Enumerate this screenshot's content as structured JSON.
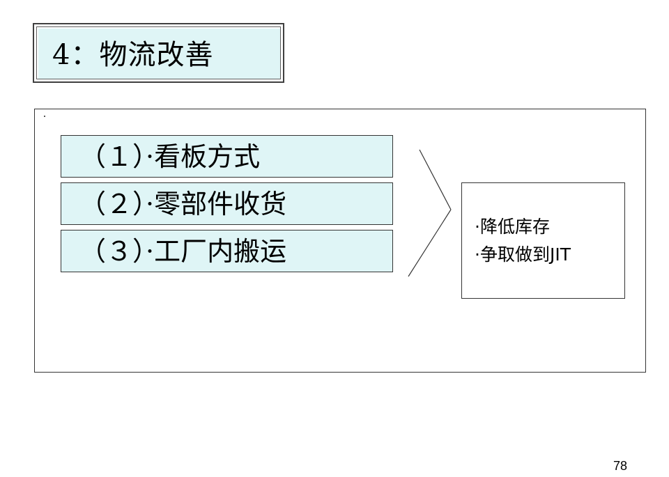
{
  "slide": {
    "title": "4：物流改善",
    "items": [
      {
        "label": "（１）·看板方式"
      },
      {
        "label": "（２）·零部件收货"
      },
      {
        "label": "（３）·工厂内搬运"
      }
    ],
    "results": [
      {
        "label": "·降低库存"
      },
      {
        "label": "·争取做到JIT"
      }
    ],
    "page_number": "78"
  },
  "colors": {
    "box_fill": "#dff5f6",
    "border": "#333333"
  }
}
